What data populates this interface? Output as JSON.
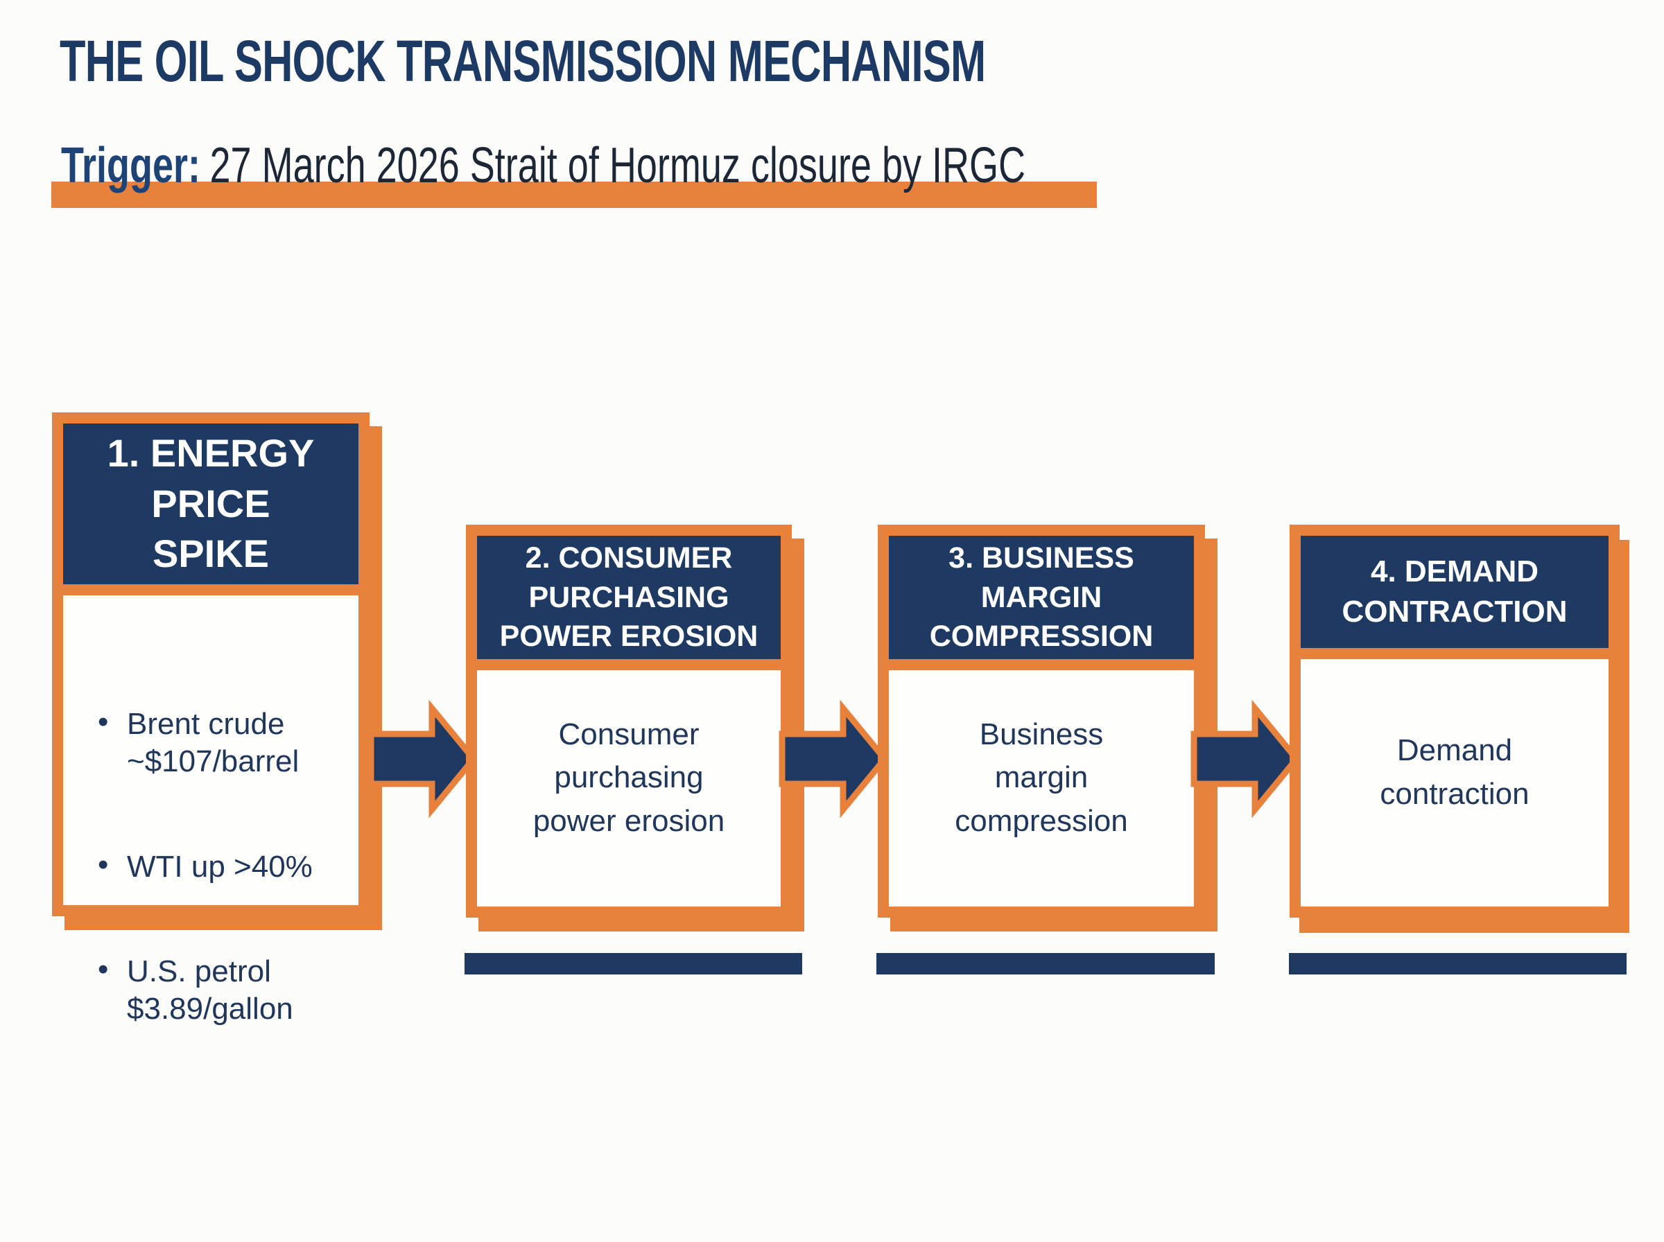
{
  "title": "THE OIL SHOCK TRANSMISSION MECHANISM",
  "trigger": {
    "label": "Trigger:",
    "text": "27 March 2026 Strait of Hormuz closure by IRGC"
  },
  "colors": {
    "navy": "#1e3a63",
    "orange": "#e8813c",
    "title_navy": "#1c3a64",
    "trigger_label_navy": "#1e4376",
    "trigger_text": "#1d2634",
    "body_text": "#20365a",
    "background": "#fcfcfb",
    "box_bg": "#fefefd"
  },
  "icons": {
    "flow_arrow": "arrow-right"
  },
  "flow": {
    "boxes": [
      {
        "header": "1. ENERGY\nPRICE\nSPIKE",
        "bullets": [
          "Brent crude\n~$107/barrel",
          "WTI up >40%",
          "U.S. petrol\n$3.89/gallon"
        ]
      },
      {
        "header": "2. CONSUMER\nPURCHASING\nPOWER EROSION",
        "body": "Consumer\npurchasing\npower erosion"
      },
      {
        "header": "3. BUSINESS\nMARGIN\nCOMPRESSION",
        "body": "Business\nmargin\ncompression"
      },
      {
        "header": "4. DEMAND\nCONTRACTION",
        "body": "Demand\ncontraction"
      }
    ]
  }
}
